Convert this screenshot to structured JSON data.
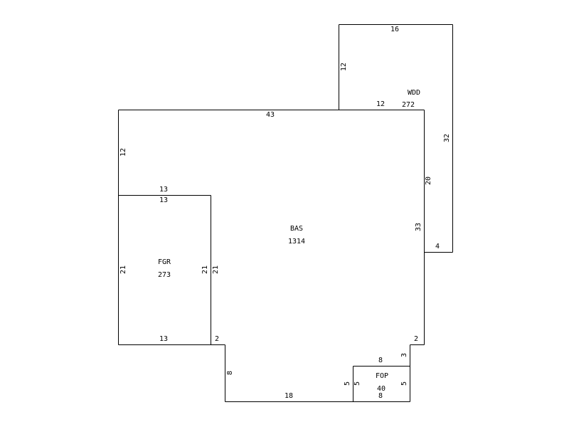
{
  "areas": {
    "bas": {
      "name": "BAS",
      "value": "1314"
    },
    "wdd": {
      "name": "WDD",
      "value": "272"
    },
    "fgr": {
      "name": "FGR",
      "value": "273"
    },
    "fop": {
      "name": "FOP",
      "value": "40"
    }
  },
  "dims": {
    "wdd_top": "16",
    "wdd_left": "12",
    "wdd_right": "32",
    "wdd_bottom_inner": "12",
    "wdd_bottom": "4",
    "bas_top": "43",
    "bas_left_upper": "12",
    "bas_right_upper": "20",
    "bas_right": "33",
    "bas_right_lower": "2",
    "bas_step": "3",
    "bas_bottom_notch": "2",
    "bas_lower_left": "8",
    "bas_bottom": "18",
    "fgr_top_outer": "13",
    "fgr_top_inner": "13",
    "fgr_left": "21",
    "fgr_right_inner": "21",
    "fgr_right_outer": "21",
    "fgr_bottom": "13",
    "fop_top": "8",
    "fop_left_outer": "5",
    "fop_left_inner": "5",
    "fop_right": "5",
    "fop_bottom": "8"
  }
}
